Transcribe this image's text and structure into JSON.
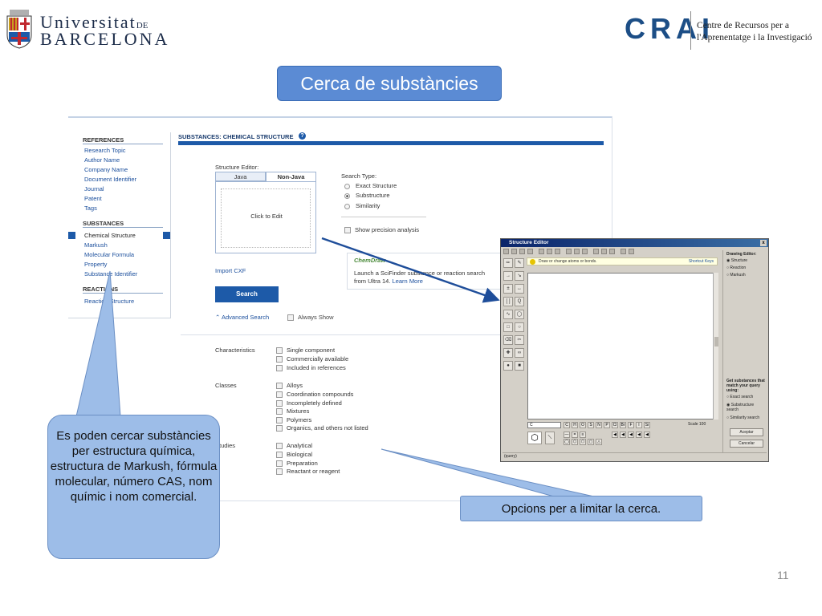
{
  "header": {
    "ub_line1": "Universitat",
    "ub_de": "DE",
    "ub_line2": "BARCELONA",
    "crai_logo": "CRAI",
    "crai_line1": "Centre de Recursos per a",
    "crai_line2": "l'Aprenentatge i la Investigació"
  },
  "title": "Cerca de substàncies",
  "scifinder": {
    "sidebar": {
      "references_head": "REFERENCES",
      "references": [
        "Research Topic",
        "Author Name",
        "Company Name",
        "Document Identifier",
        "Journal",
        "Patent",
        "Tags"
      ],
      "substances_head": "SUBSTANCES",
      "substances": [
        "Chemical Structure",
        "Markush",
        "Molecular Formula",
        "Property",
        "Substance Identifier"
      ],
      "reactions_head": "REACTIONS",
      "reactions": [
        "Reaction Structure"
      ]
    },
    "main_title": "SUBSTANCES: CHEMICAL STRUCTURE",
    "help_icon": "?",
    "structure_editor_label": "Structure Editor:",
    "tab_java": "Java",
    "tab_nonjava": "Non-Java",
    "click_to_edit": "Click to Edit",
    "import_cxf": "Import CXF",
    "search_button": "Search",
    "advanced_search": "Advanced Search",
    "always_show": "Always Show",
    "search_type_label": "Search Type:",
    "search_types": [
      "Exact Structure",
      "Substructure",
      "Similarity"
    ],
    "search_type_selected": "Substructure",
    "show_precision": "Show precision analysis",
    "chemdraw_logo": "ChemDraw",
    "chemdraw_text1": "Launch a SciFinder substance or reaction search from",
    "chemdraw_text2": "Ultra 14.",
    "chemdraw_learn_more": "Learn More",
    "characteristics_label": "Characteristics",
    "characteristics": [
      "Single component",
      "Commercially available",
      "Included in references"
    ],
    "classes_label": "Classes",
    "classes": [
      "Alloys",
      "Coordination compounds",
      "Incompletely defined",
      "Mixtures",
      "Polymers",
      "Organics, and others not listed"
    ],
    "studies_label": "Studies",
    "studies": [
      "Analytical",
      "Biological",
      "Preparation",
      "Reactant or reagent"
    ]
  },
  "structure_editor": {
    "window_title": "Structure Editor",
    "close": "x",
    "hint": "Draw or change atoms or bonds.",
    "hint_link": "Shortcut Keys",
    "drawing_editor_label": "Drawing Editor:",
    "drawing_options": [
      "Structure",
      "Reaction",
      "Markush"
    ],
    "get_substances_label": "Get substances that match your query using:",
    "match_options": [
      "Exact search",
      "Substructure search",
      "Similarity search"
    ],
    "accept_button": "Aceptar",
    "cancel_button": "Cancelar",
    "atom_input": "C",
    "elements": [
      "C",
      "H",
      "O",
      "S",
      "N",
      "P",
      "Cl",
      "Br",
      "F",
      "I",
      "Si"
    ],
    "scale_label": "Scale",
    "scale_value": "100",
    "status": "(query)"
  },
  "callouts": {
    "left": "Es poden cercar substàncies per estructura química, estructura de Markush, fórmula molecular, número CAS, nom químic i nom comercial.",
    "right": "Opcions per a limitar la cerca."
  },
  "page_number": "11",
  "colors": {
    "title_box": "#5b8bd4",
    "callout": "#9dbde8",
    "scifinder_blue": "#1d5aa8",
    "arrow": "#1f4e9a"
  }
}
